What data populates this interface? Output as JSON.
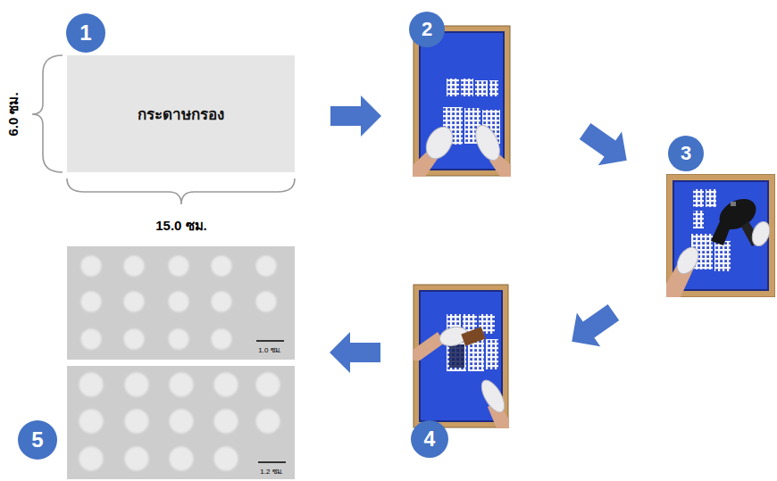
{
  "diagram": {
    "nodes": [
      {
        "text": [
          "1"
        ]
      },
      {
        "text": [
          "กระดาษกรอง"
        ]
      },
      {
        "text": [
          "2"
        ]
      },
      {
        "text": [
          "3"
        ]
      },
      {
        "text": [
          "4"
        ]
      },
      {
        "text": [
          "1.0 ซม."
        ]
      },
      {
        "text": [
          "1.2 ซม."
        ]
      },
      {
        "text": [
          "5"
        ]
      }
    ],
    "labels": [
      "6.0 ซม.",
      "15.0 ซม."
    ]
  }
}
